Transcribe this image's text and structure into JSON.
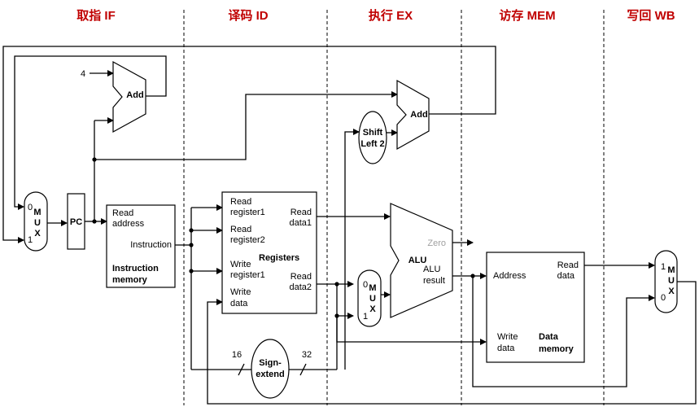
{
  "stages": [
    "取指 IF",
    "译码 ID",
    "执行 EX",
    "访存 MEM",
    "写回 WB"
  ],
  "pc": "PC",
  "add_top": "Add",
  "add_branch": "Add",
  "const_four": "4",
  "mux_if": {
    "in0": "0",
    "in1": "1",
    "letters": [
      "M",
      "U",
      "X"
    ]
  },
  "instr_mem": {
    "read": "Read",
    "address": "address",
    "out": "Instruction",
    "title1": "Instruction",
    "title2": "memory"
  },
  "registers": {
    "rr1a": "Read",
    "rr1b": "register1",
    "rr2a": "Read",
    "rr2b": "register2",
    "wra": "Write",
    "wrb": "register1",
    "wda": "Write",
    "wdb": "data",
    "title": "Registers",
    "rd1a": "Read",
    "rd1b": "data1",
    "rd2a": "Read",
    "rd2b": "data2"
  },
  "shift": {
    "l1": "Shift",
    "l2": "Left 2"
  },
  "alu": {
    "title": "ALU",
    "zero": "Zero",
    "res1": "ALU",
    "res2": "result"
  },
  "mux_ex": {
    "in0": "0",
    "in1": "1",
    "letters": [
      "M",
      "U",
      "X"
    ]
  },
  "sign_extend": {
    "l1": "Sign-",
    "l2": "extend",
    "in_bits": "16",
    "out_bits": "32"
  },
  "data_mem": {
    "address": "Address",
    "rd1": "Read",
    "rd2": "data",
    "wd1": "Write",
    "wd2": "data",
    "t1": "Data",
    "t2": "memory"
  },
  "mux_wb": {
    "in1": "1",
    "in0": "0",
    "letters": [
      "M",
      "U",
      "X"
    ]
  }
}
